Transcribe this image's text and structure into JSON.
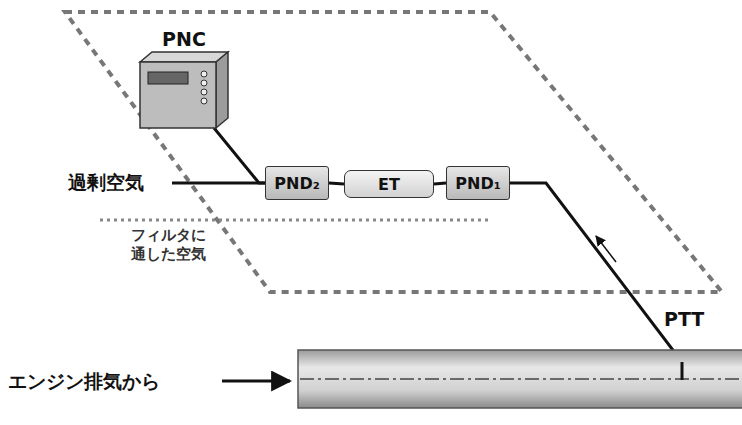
{
  "diagram": {
    "nodes": [
      {
        "text": [
          "PNC"
        ]
      },
      {
        "text": [
          "PND₂"
        ]
      },
      {
        "text": [
          "ET"
        ]
      },
      {
        "text": [
          "PND₁"
        ]
      }
    ],
    "edges": [
      {
        "from": 0,
        "to": 1,
        "arrow": "none"
      },
      {
        "from": 1,
        "to": 2,
        "arrow": "none"
      },
      {
        "from": 2,
        "to": 3,
        "arrow": "none"
      }
    ],
    "labels": [
      "過剰空気",
      "フィルタに 通した空気",
      "PTT",
      "エンジン排気から"
    ]
  }
}
